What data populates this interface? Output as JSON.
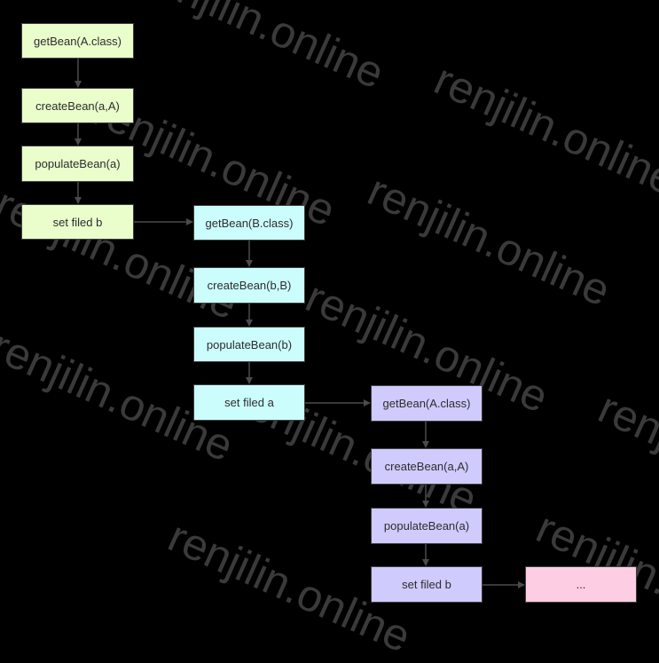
{
  "colors": {
    "background": "#000000",
    "group_a_fill": "#eafecc",
    "group_b_fill": "#ccfdfd",
    "group_c_fill": "#cfcbfd",
    "group_d_fill": "#fdcde3",
    "border": "#3e3e3e",
    "arrow": "#4a4a4a",
    "watermark": "#6a6a6a"
  },
  "watermark": {
    "text": "renjilin.online"
  },
  "nodes": {
    "a_getbean": "getBean(A.class)",
    "a_createbean": "createBean(a,A)",
    "a_populatebean": "populateBean(a)",
    "a_setfield": "set filed b",
    "b_getbean": "getBean(B.class)",
    "b_createbean": "createBean(b,B)",
    "b_populatebean": "populateBean(b)",
    "b_setfield": "set filed a",
    "c_getbean": "getBean(A.class)",
    "c_createbean": "createBean(a,A)",
    "c_populatebean": "populateBean(a)",
    "c_setfield": "set filed b",
    "ellipsis": "..."
  }
}
